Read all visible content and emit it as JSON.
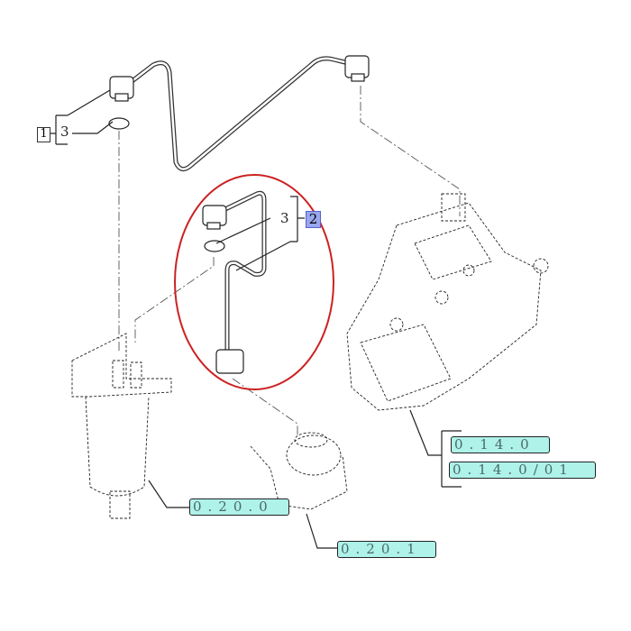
{
  "callouts": {
    "item1": "1",
    "item3_top": "3",
    "item3_mid": "3",
    "item2": "2"
  },
  "references": {
    "pump_a": "0.14.0",
    "pump_b": "0.14.0/01",
    "filter": "0.20.0",
    "feed_pump": "0.20.1"
  },
  "colors": {
    "highlight_ellipse": "#cc2222",
    "ref_fill": "#aef2ea",
    "selected_fill": "#9aa6ee"
  }
}
